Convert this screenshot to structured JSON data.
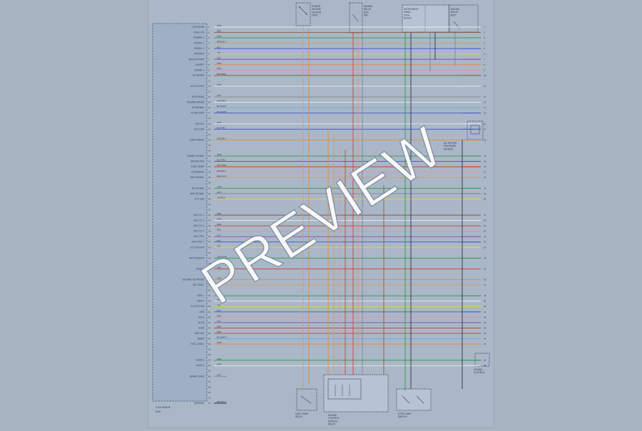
{
  "watermark": "PREVIEW",
  "ecm_label_1": "4 LIN ENGINE",
  "ecm_label_2": "ECM",
  "colors": {
    "green": "#2f9a4a",
    "yellow": "#e4d33a",
    "blue": "#3d55c8",
    "red": "#d93b3b",
    "pink": "#e58fb0",
    "orange": "#e48a3a",
    "tan": "#c9a070",
    "violet": "#8a4fb8",
    "brown": "#8a5a3a",
    "white": "#e7ecf2",
    "gray": "#7d8896",
    "lightblue": "#6aa8e0",
    "dark": "#2b3448"
  },
  "ecm_pins": [
    {
      "label": "CCM SGND",
      "wire": "WHT",
      "color": "white",
      "right": "1"
    },
    {
      "label": "CAN L HS",
      "wire": "BRN",
      "color": "brown",
      "right": "2"
    },
    {
      "label": "POWER 1",
      "wire": "GRN",
      "color": "green",
      "right": "3"
    },
    {
      "label": "SIGNAL 1",
      "wire": "BRN/BLK",
      "color": "tan",
      "right": "4"
    },
    {
      "label": "SIGNAL 2",
      "wire": "BLU",
      "color": "blue",
      "right": "5"
    },
    {
      "label": "GROUND",
      "wire": "YEL",
      "color": "yellow",
      "right": "6"
    },
    {
      "label": "BACKUP PWR",
      "wire": "VIO",
      "color": "violet",
      "right": "7"
    },
    {
      "label": "ON/OFF",
      "wire": "ORN",
      "color": "orange",
      "right": "8"
    },
    {
      "label": "SENSE 1",
      "wire": "PNK",
      "color": "pink",
      "right": "9"
    },
    {
      "label": "5V SENSE",
      "wire": "BLK/RED",
      "color": "red",
      "right": "10"
    },
    {
      "label": "",
      "wire": "",
      "color": "",
      "right": ""
    },
    {
      "label": "A/C CLUTCH",
      "wire": "WHT",
      "color": "white",
      "right": "11"
    },
    {
      "label": "",
      "wire": "",
      "color": "",
      "right": ""
    },
    {
      "label": "ECM SGND",
      "wire": "GRY",
      "color": "gray",
      "right": "12"
    },
    {
      "label": "ENGINE SPEED",
      "wire": "WHT/BLK",
      "color": "white",
      "right": "13"
    },
    {
      "label": "KS SIGNAL",
      "wire": "BLU/WHT",
      "color": "lightblue",
      "right": "14"
    },
    {
      "label": "KS RETURN",
      "wire": "BLU/GRN",
      "color": "blue",
      "right": "15"
    },
    {
      "label": "",
      "wire": "",
      "color": "",
      "right": ""
    },
    {
      "label": "H/O SIG",
      "wire": "WHT",
      "color": "white",
      "right": "16"
    },
    {
      "label": "H/O LOW",
      "wire": "BLU/YEL",
      "color": "blue",
      "right": "17"
    },
    {
      "label": "",
      "wire": "",
      "color": "",
      "right": ""
    },
    {
      "label": "EVAP PURGE",
      "wire": "ORN/BLK",
      "color": "orange",
      "right": "18"
    },
    {
      "label": "",
      "wire": "",
      "color": "",
      "right": ""
    },
    {
      "label": "",
      "wire": "",
      "color": "",
      "right": ""
    },
    {
      "label": "CRANK SIGNAL",
      "wire": "GRN",
      "color": "green",
      "right": "19"
    },
    {
      "label": "SIGNAL RTN",
      "wire": "BLU/YEL",
      "color": "blue",
      "right": "20"
    },
    {
      "label": "FUEL PUMP",
      "wire": "GRY/RED",
      "color": "red",
      "right": "21"
    },
    {
      "label": "TP SENSOR",
      "wire": "PNK/BLK",
      "color": "pink",
      "right": "22"
    },
    {
      "label": "MAF SIGNAL",
      "wire": "BRN/WHT",
      "color": "tan",
      "right": "23"
    },
    {
      "label": "",
      "wire": "",
      "color": "",
      "right": ""
    },
    {
      "label": "IAT SIGNAL",
      "wire": "GRN",
      "color": "green",
      "right": "24"
    },
    {
      "label": "MAP SIGNAL",
      "wire": "GRY",
      "color": "gray",
      "right": "25"
    },
    {
      "label": "ECT SIG",
      "wire": "YEL/BLK",
      "color": "yellow",
      "right": "26"
    },
    {
      "label": "",
      "wire": "",
      "color": "",
      "right": ""
    },
    {
      "label": "",
      "wire": "",
      "color": "",
      "right": ""
    },
    {
      "label": "INJ CYL 1",
      "wire": "BRN",
      "color": "brown",
      "right": "27"
    },
    {
      "label": "INJ CYL 2",
      "wire": "WHT",
      "color": "white",
      "right": "28"
    },
    {
      "label": "INJ CYL 3",
      "wire": "RED",
      "color": "red",
      "right": "29"
    },
    {
      "label": "INJ CYL 4",
      "wire": "PNK",
      "color": "pink",
      "right": "30"
    },
    {
      "label": "IGN CTRL",
      "wire": "VIO",
      "color": "violet",
      "right": "31"
    },
    {
      "label": "IGN CTRL 2",
      "wire": "BLU",
      "color": "blue",
      "right": "32"
    },
    {
      "label": "ETC MOTOR",
      "wire": "YEL",
      "color": "yellow",
      "right": "33"
    },
    {
      "label": "",
      "wire": "",
      "color": "",
      "right": ""
    },
    {
      "label": "APP SENSOR",
      "wire": "GRN/WHT",
      "color": "green",
      "right": "34"
    },
    {
      "label": "",
      "wire": "",
      "color": "",
      "right": ""
    },
    {
      "label": "HO2S 1",
      "wire": "RED",
      "color": "red",
      "right": "35"
    },
    {
      "label": "",
      "wire": "",
      "color": "",
      "right": ""
    },
    {
      "label": "ENGINE OIL PRESS",
      "wire": "ORN",
      "color": "orange",
      "right": "36"
    },
    {
      "label": "OIL LEVEL",
      "wire": "BRN",
      "color": "tan",
      "right": "37"
    },
    {
      "label": "",
      "wire": "",
      "color": "",
      "right": ""
    },
    {
      "label": "GEN L",
      "wire": "GRN",
      "color": "green",
      "right": "38"
    },
    {
      "label": "GEN F",
      "wire": "WHT",
      "color": "white",
      "right": "39"
    },
    {
      "label": "CLUTCH SW",
      "wire": "YEL",
      "color": "yellow",
      "right": "40"
    },
    {
      "label": "VSS",
      "wire": "BLU",
      "color": "blue",
      "right": "41"
    },
    {
      "label": "IAC A",
      "wire": "PNK",
      "color": "pink",
      "right": "42"
    },
    {
      "label": "IAC B",
      "wire": "VIO",
      "color": "violet",
      "right": "43"
    },
    {
      "label": "EGR",
      "wire": "BRN",
      "color": "brown",
      "right": "44"
    },
    {
      "label": "CMP SIG",
      "wire": "RED",
      "color": "red",
      "right": "45"
    },
    {
      "label": "BARO",
      "wire": "BLU/WHT",
      "color": "lightblue",
      "right": "46"
    },
    {
      "label": "FUEL LEVEL",
      "wire": "ORN",
      "color": "orange",
      "right": "47"
    },
    {
      "label": "",
      "wire": "",
      "color": "",
      "right": ""
    },
    {
      "label": "",
      "wire": "",
      "color": "",
      "right": ""
    },
    {
      "label": "HO2S 2",
      "wire": "GRN",
      "color": "green",
      "right": "48"
    },
    {
      "label": "HO2S 3",
      "wire": "WHT",
      "color": "white",
      "right": "49"
    },
    {
      "label": "",
      "wire": "",
      "color": "",
      "right": ""
    },
    {
      "label": "SERIAL DATA",
      "wire": "GRY",
      "color": "gray",
      "right": ""
    },
    {
      "label": "",
      "wire": "",
      "color": "",
      "right": ""
    },
    {
      "label": "",
      "wire": "",
      "color": "",
      "right": ""
    },
    {
      "label": "",
      "wire": "",
      "color": "",
      "right": ""
    },
    {
      "label": "",
      "wire": "",
      "color": "",
      "right": ""
    },
    {
      "label": "GROUND",
      "wire": "BRN/BLK",
      "color": "dark",
      "right": ""
    }
  ],
  "components": [
    {
      "id": "top1",
      "lines": [
        "POWER",
        "DISTRIB",
        "CENTER",
        "FUSE"
      ]
    },
    {
      "id": "top2",
      "lines": [
        "ENGINE",
        "RELAY",
        "BOX",
        "IGN"
      ]
    },
    {
      "id": "top3",
      "lines": [
        "INSTRUMENT",
        "PANEL",
        "FUSE",
        "BLOCK"
      ]
    },
    {
      "id": "top4",
      "lines": [
        "IGN SW",
        "RELAY",
        "BOX"
      ]
    },
    {
      "id": "mid_right",
      "lines": [
        "A/C REFRIG",
        "PRESSURE",
        "SENSOR"
      ]
    },
    {
      "id": "bottom1",
      "lines": [
        "FUEL PUMP",
        "RELAY"
      ]
    },
    {
      "id": "bottom2",
      "lines": [
        "ENGINE",
        "CONTROL",
        "MODULE",
        "RELAY"
      ]
    },
    {
      "id": "bottom3",
      "lines": [
        "STOP LAMP",
        "SWITCH"
      ]
    },
    {
      "id": "bottom_right",
      "lines": [
        "CRUISE",
        "CONTROL"
      ]
    }
  ]
}
